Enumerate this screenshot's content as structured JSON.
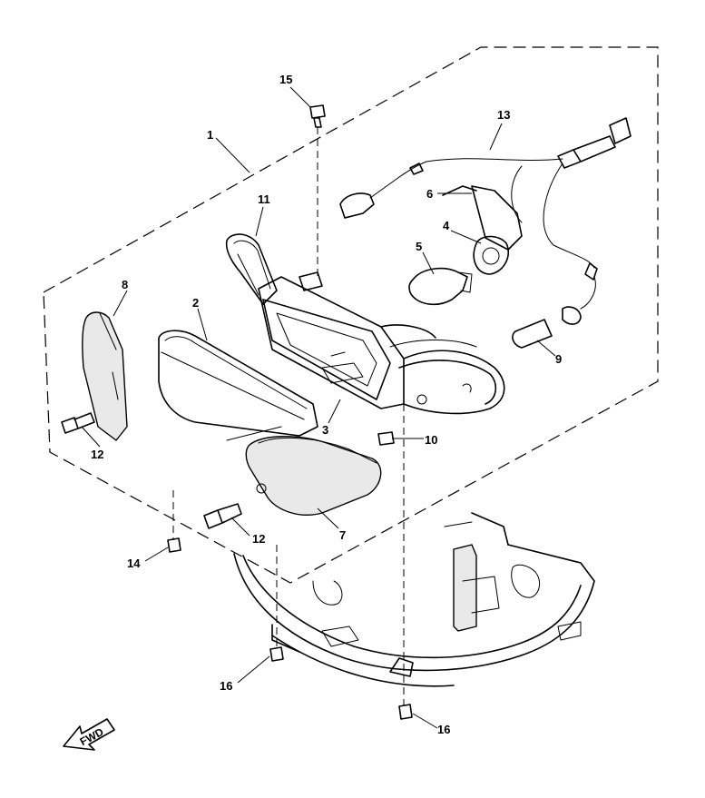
{
  "callouts": [
    {
      "id": "c1",
      "text": "1"
    },
    {
      "id": "c2",
      "text": "2"
    },
    {
      "id": "c3",
      "text": "3"
    },
    {
      "id": "c4",
      "text": "4"
    },
    {
      "id": "c5",
      "text": "5"
    },
    {
      "id": "c6",
      "text": "6"
    },
    {
      "id": "c7",
      "text": "7"
    },
    {
      "id": "c8",
      "text": "8"
    },
    {
      "id": "c9",
      "text": "9"
    },
    {
      "id": "c10",
      "text": "10"
    },
    {
      "id": "c11",
      "text": "11"
    },
    {
      "id": "c12a",
      "text": "12"
    },
    {
      "id": "c12b",
      "text": "12"
    },
    {
      "id": "c13",
      "text": "13"
    },
    {
      "id": "c14",
      "text": "14"
    },
    {
      "id": "c15",
      "text": "15"
    },
    {
      "id": "c16a",
      "text": "16"
    },
    {
      "id": "c16b",
      "text": "16"
    }
  ],
  "fwd_label": "FWD",
  "colors": {
    "line": "#000000",
    "background": "#ffffff",
    "fill": "#e9e9e9"
  }
}
